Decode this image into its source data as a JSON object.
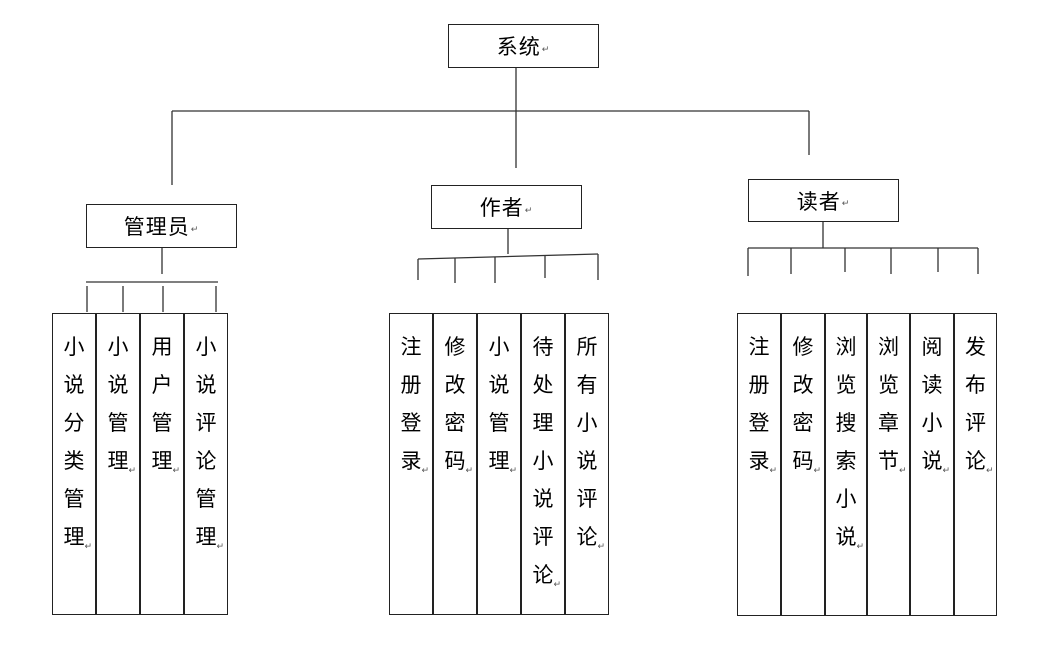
{
  "root": {
    "label": "系统"
  },
  "roles": [
    {
      "label": "管理员",
      "children": [
        "小说分类管理",
        "小说管理",
        "用户管理",
        "小说评论管理"
      ]
    },
    {
      "label": "作者",
      "children": [
        "注册登录",
        "修改密码",
        "小说管理",
        "待处理小说评论",
        "所有小说评论"
      ]
    },
    {
      "label": "读者",
      "children": [
        "注册登录",
        "修改密码",
        "浏览搜索小说",
        "浏览章节",
        "阅读小说",
        "发布评论"
      ]
    }
  ],
  "para_mark": "↵"
}
